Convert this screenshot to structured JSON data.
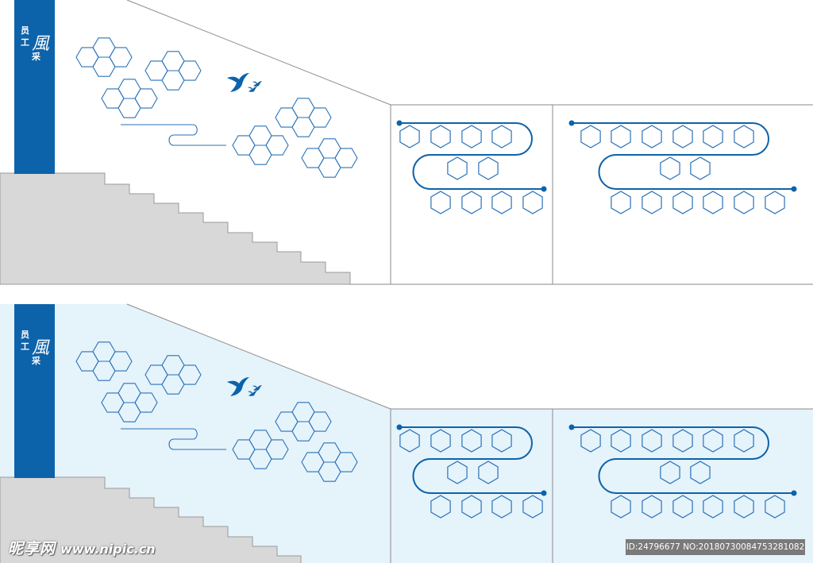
{
  "panels": [
    {
      "id": "plain",
      "title_chars": [
        "员",
        "工",
        "風",
        "采"
      ],
      "wall_color": "#ffffff"
    },
    {
      "id": "tinted",
      "title_chars": [
        "员",
        "工",
        "風",
        "采"
      ],
      "wall_color": "#e5f3fb"
    }
  ],
  "colors": {
    "brand_blue": "#0d63aa",
    "hex_stroke": "#2a72b8",
    "stair_fill": "#d8d8d8",
    "stair_edge": "#9a9a9a",
    "frame_line": "#8a8a8a",
    "tint": "#e5f3fb"
  },
  "icons": {
    "birds": "swallow-birds-icon",
    "hexagon": "hexagon-photo-frame-icon"
  },
  "watermark": {
    "brand": "昵享网",
    "site": "www.nipic.cn",
    "id_text": "ID:24796677 NO:20180730084753281082"
  }
}
